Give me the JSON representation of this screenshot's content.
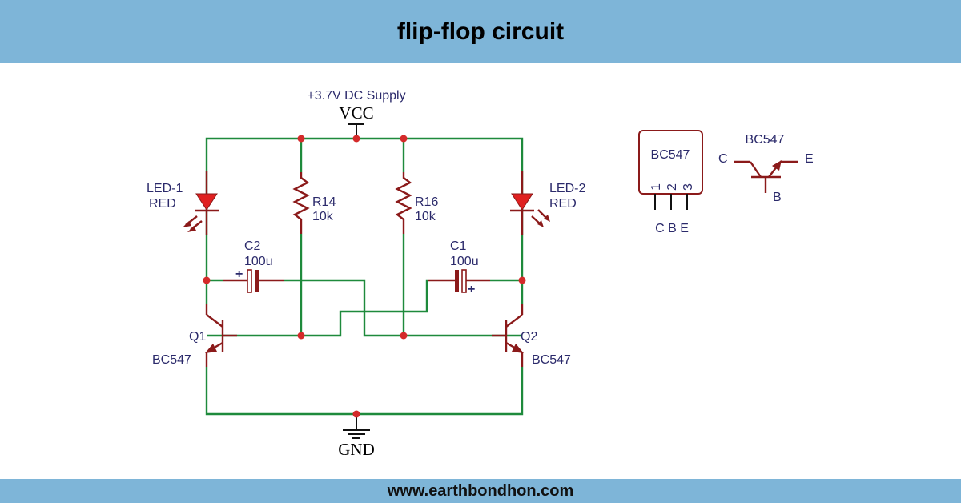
{
  "header": {
    "title": "flip-flop circuit"
  },
  "footer": {
    "website": "www.earthbondhon.com"
  },
  "supply": {
    "label": "+3.7V DC Supply",
    "net": "VCC"
  },
  "ground": {
    "net": "GND"
  },
  "components": {
    "led1": {
      "name": "LED-1",
      "color": "RED"
    },
    "led2": {
      "name": "LED-2",
      "color": "RED"
    },
    "r14": {
      "name": "R14",
      "value": "10k"
    },
    "r16": {
      "name": "R16",
      "value": "10k"
    },
    "c2": {
      "name": "C2",
      "value": "100u",
      "polarity": "+"
    },
    "c1": {
      "name": "C1",
      "value": "100u",
      "polarity": "+"
    },
    "q1": {
      "name": "Q1",
      "part": "BC547"
    },
    "q2": {
      "name": "Q2",
      "part": "BC547"
    }
  },
  "pinout": {
    "package_label": "BC547",
    "pin_numbers": [
      "1",
      "2",
      "3"
    ],
    "pin_names": "C B E",
    "symbol_label": "BC547",
    "symbol_c": "C",
    "symbol_e": "E",
    "symbol_b": "B"
  },
  "colors": {
    "header_bg": "#7eb5d8",
    "wire": "#1e8a3c",
    "component": "#8b1a1a",
    "junction": "#d42a2a",
    "label": "#2b2a6b"
  }
}
